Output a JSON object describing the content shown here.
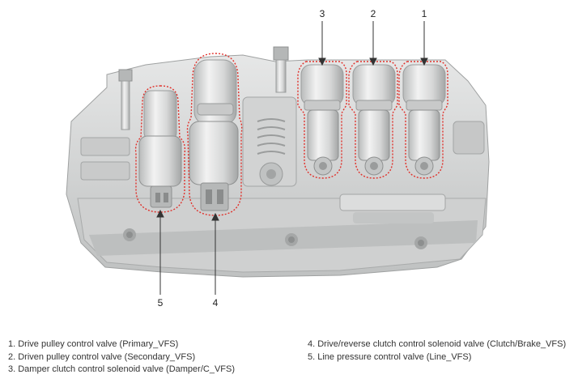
{
  "callouts": {
    "c1": "1",
    "c2": "2",
    "c3": "3",
    "c4": "4",
    "c5": "5"
  },
  "legend": {
    "left": [
      "1. Drive pulley control valve (Primary_VFS)",
      "2. Driven pulley control valve (Secondary_VFS)",
      "3. Damper clutch control solenoid valve (Damper/C_VFS)"
    ],
    "right": [
      "4. Drive/reverse clutch control solenoid valve (Clutch/Brake_VFS)",
      "5. Line pressure control valve (Line_VFS)"
    ]
  },
  "colors": {
    "highlight": "#e0302a",
    "body": "#d9dada",
    "shadow": "#a9abab",
    "leader": "#333333"
  }
}
